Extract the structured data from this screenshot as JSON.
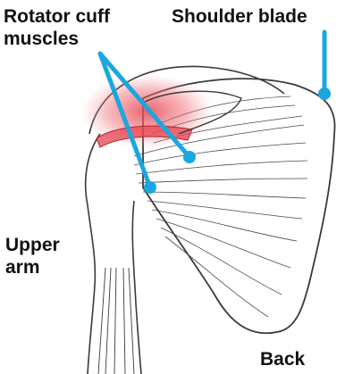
{
  "labels": {
    "rotator_cuff": "Rotator cuff\nmuscles",
    "shoulder_blade": "Shoulder blade",
    "upper_arm": "Upper\narm",
    "back": "Back"
  },
  "colors": {
    "pointer": "#1aa7df",
    "highlight": "#e8434f",
    "outline": "#3a3a3a",
    "text": "#111111",
    "background": "#ffffff"
  }
}
